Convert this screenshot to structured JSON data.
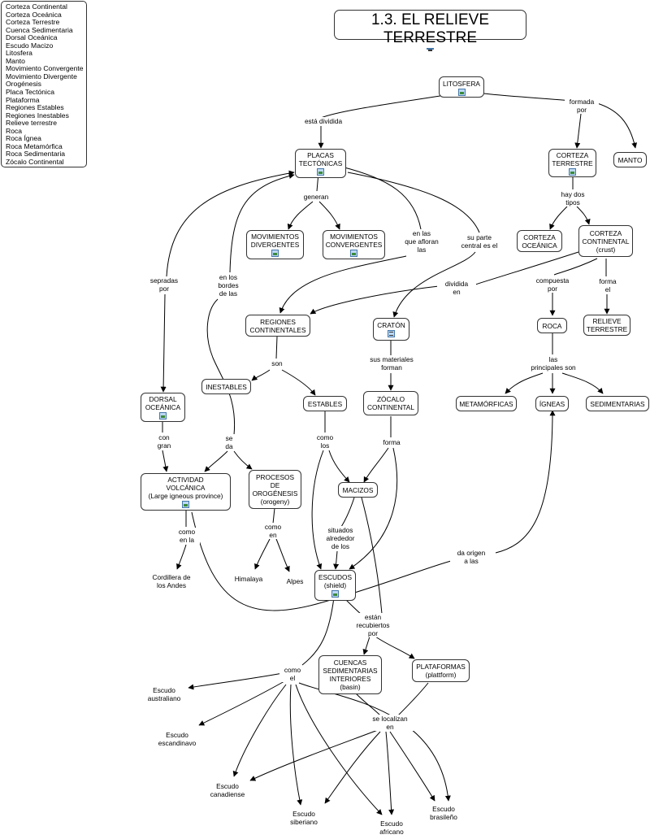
{
  "legend": {
    "items": [
      "Corteza Continental",
      "Corteza Oceánica",
      "Corteza Terrestre",
      "Cuenca Sedimentaria",
      "Dorsal Oceánica",
      "Escudo Macizo",
      "Litosfera",
      "Manto",
      "Movimiento Convergente",
      "Movimiento Divergente",
      "Orogénesis",
      "Placa Tectónica",
      "Plataforma",
      "Regiones Estables",
      "Regiones Inestables",
      "Relieve terrestre",
      "Roca",
      "Roca Ígnea",
      "Roca Metamórfica",
      "Roca Sedimentaria",
      "Zócalo Continental"
    ]
  },
  "title": "1.3. EL RELIEVE TERRESTRE",
  "concepts": {
    "litosfera": "LITOSFERA",
    "placas": "PLACAS\nTECTÓNICAS",
    "corteza_terrestre": "CORTEZA\nTERRESTRE",
    "manto": "MANTO",
    "mov_div": "MOVIMIENTOS\nDIVERGENTES",
    "mov_conv": "MOVIMIENTOS\nCONVERGENTES",
    "corteza_oceanica": "CORTEZA\nOCEÁNICA",
    "corteza_continental": "CORTEZA\nCONTINENTAL\n(crust)",
    "regiones": "REGIONES\nCONTINENTALES",
    "craton": "CRATÓN",
    "roca": "ROCA",
    "relieve": "RELIEVE\nTERRESTRE",
    "inestables": "INESTABLES",
    "estables": "ESTABLES",
    "zocalo": "ZÓCALO\nCONTINENTAL",
    "dorsal": "DORSAL\nOCEÁNICA",
    "metamorficas": "METAMÓRFICAS",
    "igneas": "ÍGNEAS",
    "sedimentarias": "SEDIMENTARIAS",
    "actividad": "ACTIVIDAD\nVOLCÁNICA\n(Large igneous province)",
    "procesos": "PROCESOS\nDE\nOROGÉNESIS\n(orogeny)",
    "macizos": "MACIZOS",
    "escudos": "ESCUDOS\n(shield)",
    "cuencas": "CUENCAS\nSEDIMENTARIAS\nINTERIORES\n(basin)",
    "plataformas": "PLATAFORMAS\n(plattform)"
  },
  "plain": {
    "andes": "Cordillera de\nlos Andes",
    "himalaya": "Himalaya",
    "alpes": "Alpes",
    "australiano": "Escudo\naustraliano",
    "escandinavo": "Escudo\nescandinavo",
    "canadiense": "Escudo\ncanadiense",
    "siberiano": "Escudo\nsiberiano",
    "africano": "Escudo\nafricano",
    "brasileno": "Escudo\nbrasileño"
  },
  "links": {
    "esta_dividida": "está dividida",
    "formada_por": "formada\npor",
    "generan": "generan",
    "hay_dos_tipos": "hay dos\ntipos",
    "en_las_que": "en las\nque afloran\nlas",
    "su_parte": "su parte\ncentral es el",
    "separadas": "sepradas\npor",
    "en_los_bordes": "en los\nbordes\nde las",
    "dividida_en": "dividida\nen",
    "compuesta": "compuesta\npor",
    "forma_el": "forma\nel",
    "son": "son",
    "sus_materiales": "sus materiales\nforman",
    "las_principales": "las\nprincipales son",
    "con_gran": "con\ngran",
    "se_da": "se\nda",
    "como_los": "como\nlos",
    "forma": "forma",
    "como_en_la": "como\nen la",
    "como_en": "como\nen",
    "situados": "situados\nalrededor\nde los",
    "da_origen": "da origen\na las",
    "estan": "están\nrecubiertos\npor",
    "como_el": "como\nel",
    "se_localizan": "se localizan\nen"
  }
}
